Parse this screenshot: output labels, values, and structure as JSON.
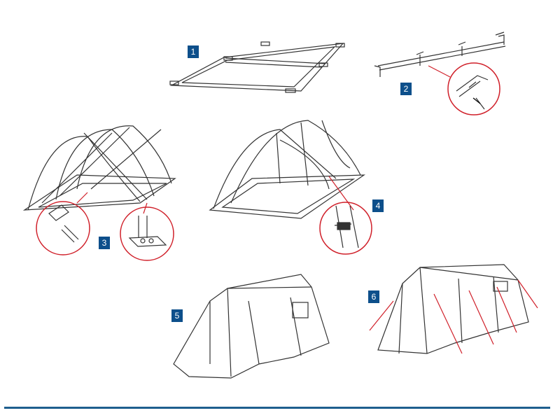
{
  "colors": {
    "badge": "#0d4f8b",
    "callout": "#d0202a",
    "line": "#333333",
    "rule": "#1e5f8e"
  },
  "steps": [
    {
      "number": "1",
      "description_icon": "floor-frame"
    },
    {
      "number": "2",
      "description_icon": "roof-ridge-pole"
    },
    {
      "number": "3",
      "description_icon": "arch-frame"
    },
    {
      "number": "4",
      "description_icon": "inner-tent-hung"
    },
    {
      "number": "5",
      "description_icon": "tent-cover"
    },
    {
      "number": "6",
      "description_icon": "guy-lines"
    }
  ]
}
